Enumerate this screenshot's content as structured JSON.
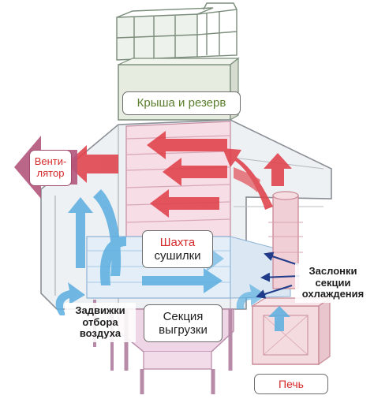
{
  "labels": {
    "roof": "Крыша и резерв",
    "fan_line1": "Венти-",
    "fan_line2": "лятор",
    "shaft_line1": "Шахта",
    "shaft_line2": "сушилки",
    "unload_line1": "Секция",
    "unload_line2": "выгрузки",
    "dampers_line1": "Задвижки",
    "dampers_line2": "отбора",
    "dampers_line3": "воздуха",
    "cooling_line1": "Заслонки",
    "cooling_line2": "секции",
    "cooling_line3": "охлаждения",
    "furnace": "Печь"
  },
  "colors": {
    "roof_text": "#5a7f2c",
    "red_text": "#d42a2a",
    "dark_text": "#1e1e1e",
    "hot_air": "#e0404a",
    "cool_air": "#5aaee0",
    "damper_arrows": "#1f3b8a",
    "fan_arrow": "#b2557c"
  }
}
